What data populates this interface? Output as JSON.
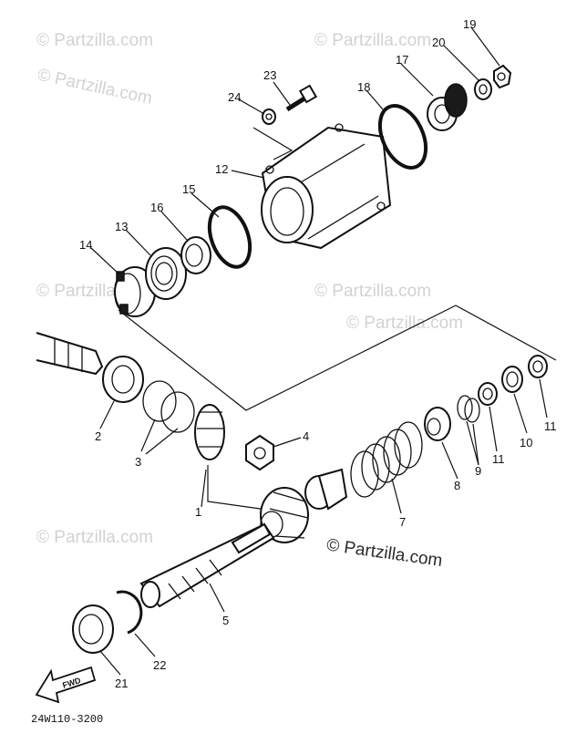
{
  "watermarks": [
    "© Partzilla.com",
    "© Partzilla.com",
    "© Partzilla.com",
    "© Partzilla.com",
    "© Partzilla.com",
    "© Partzilla.com",
    "© Partzilla.com"
  ],
  "watermark_strong": "© Partzilla.com",
  "callouts": [
    "1",
    "2",
    "3",
    "4",
    "5",
    "7",
    "8",
    "9",
    "10",
    "11",
    "11",
    "12",
    "13",
    "14",
    "15",
    "16",
    "17",
    "18",
    "19",
    "20",
    "21",
    "22",
    "23",
    "24"
  ],
  "front_arrow_label": "FWD",
  "diagram_code": "24W110-3200"
}
